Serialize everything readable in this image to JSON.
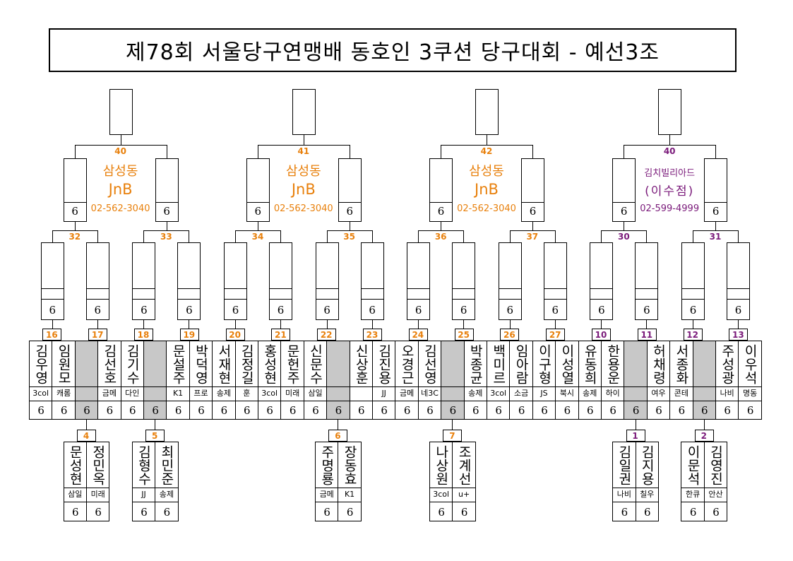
{
  "title": "제78회 서울당구연맹배 동호인 3쿠션 당구대회 - 예선3조",
  "colors": {
    "orange": "#e8800c",
    "purple": "#7a1a7a",
    "grey": "#c8c8c8"
  },
  "score_mark": "6",
  "sponsors": [
    {
      "line1": "삼성동",
      "line2": "JnB",
      "phone": "02-562-3040",
      "color": "orange"
    },
    {
      "line1": "삼성동",
      "line2": "JnB",
      "phone": "02-562-3040",
      "color": "orange"
    },
    {
      "line1": "삼성동",
      "line2": "JnB",
      "phone": "02-562-3040",
      "color": "orange"
    },
    {
      "line1": "김치빌리아드",
      "line2": "(이수점)",
      "phone": "02-599-4999",
      "color": "purple"
    }
  ],
  "final_numbers": [
    "40",
    "41",
    "42",
    "40"
  ],
  "semi_numbers": [
    "32",
    "33",
    "34",
    "35",
    "36",
    "37",
    "30",
    "31"
  ],
  "r1_numbers": [
    "16",
    "17",
    "18",
    "19",
    "20",
    "21",
    "22",
    "23",
    "24",
    "25",
    "26",
    "27",
    "10",
    "11",
    "12",
    "13"
  ],
  "players": [
    {
      "name": "김우영",
      "club": "3col"
    },
    {
      "name": "임원모",
      "club": "캐롬"
    },
    {
      "name": "",
      "club": "",
      "bye": true
    },
    {
      "name": "김선호",
      "club": "금메"
    },
    {
      "name": "김기수",
      "club": "다인"
    },
    {
      "name": "",
      "club": "",
      "bye": true
    },
    {
      "name": "문설주",
      "club": "K1"
    },
    {
      "name": "박덕영",
      "club": "프로"
    },
    {
      "name": "서재현",
      "club": "송제"
    },
    {
      "name": "김정길",
      "club": "훈"
    },
    {
      "name": "홍성현",
      "club": "3col"
    },
    {
      "name": "문헌주",
      "club": "미래"
    },
    {
      "name": "신문수",
      "club": "삼일"
    },
    {
      "name": "",
      "club": "",
      "bye": true
    },
    {
      "name": "신상훈",
      "club": ""
    },
    {
      "name": "김진용",
      "club": "JJ"
    },
    {
      "name": "오경근",
      "club": "금메"
    },
    {
      "name": "김선영",
      "club": "네3C"
    },
    {
      "name": "",
      "club": "",
      "bye": true
    },
    {
      "name": "박종균",
      "club": "송제"
    },
    {
      "name": "백미르",
      "club": "3col"
    },
    {
      "name": "임아람",
      "club": "소금"
    },
    {
      "name": "이구형",
      "club": "JS"
    },
    {
      "name": "이성열",
      "club": "북시"
    },
    {
      "name": "유동희",
      "club": "송제"
    },
    {
      "name": "한용운",
      "club": "하이"
    },
    {
      "name": "",
      "club": "",
      "bye": true
    },
    {
      "name": "허채령",
      "club": "여우"
    },
    {
      "name": "서종화",
      "club": "콘테"
    },
    {
      "name": "",
      "club": "",
      "bye": true
    },
    {
      "name": "주성광",
      "club": "나비"
    },
    {
      "name": "이우석",
      "club": "명동"
    }
  ],
  "prelims": [
    {
      "number": "4",
      "color": "orange",
      "players": [
        {
          "name": "문성현",
          "club": "삼일"
        },
        {
          "name": "정민옥",
          "club": "미래"
        }
      ]
    },
    {
      "number": "5",
      "color": "orange",
      "players": [
        {
          "name": "김형수",
          "club": "JJ"
        },
        {
          "name": "최민준",
          "club": "송제"
        }
      ]
    },
    {
      "number": "6",
      "color": "orange",
      "players": [
        {
          "name": "주명룡",
          "club": "금메"
        },
        {
          "name": "장동효",
          "club": "K1"
        }
      ]
    },
    {
      "number": "7",
      "color": "orange",
      "players": [
        {
          "name": "나상원",
          "club": "3col"
        },
        {
          "name": "조계선",
          "club": "u+"
        }
      ]
    },
    {
      "number": "1",
      "color": "purple",
      "players": [
        {
          "name": "김일권",
          "club": "나비"
        },
        {
          "name": "김지용",
          "club": "칠우"
        }
      ]
    },
    {
      "number": "2",
      "color": "purple",
      "players": [
        {
          "name": "이문석",
          "club": "한큐"
        },
        {
          "name": "김영진",
          "club": "안산"
        }
      ]
    }
  ]
}
